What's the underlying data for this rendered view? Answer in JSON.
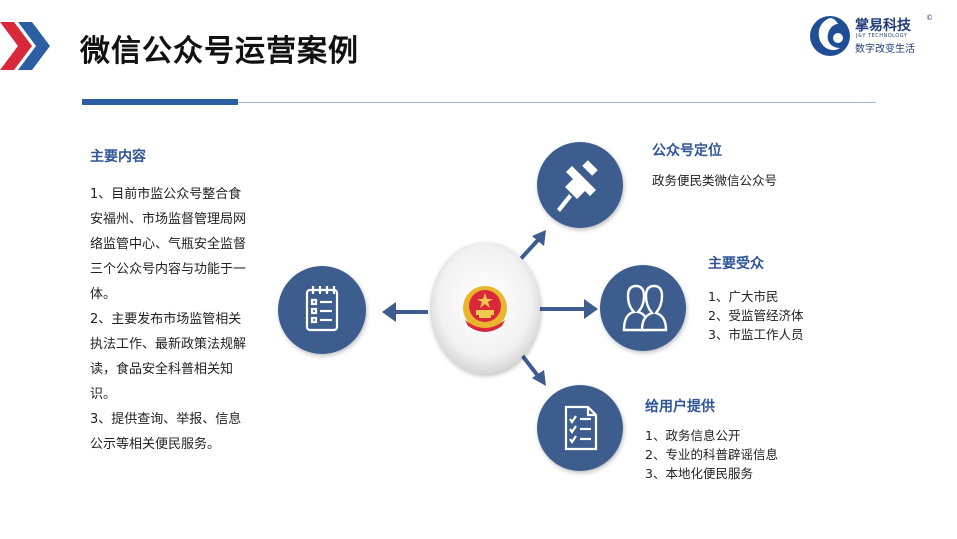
{
  "header": {
    "title": "微信公众号运营案例"
  },
  "logo": {
    "name": "掌易科技",
    "registered": "©",
    "english": "J&Y TECHNOLOGY",
    "slogan": "数字改变生活"
  },
  "colors": {
    "primary": "#2f5597",
    "circle": "#3d5d8f",
    "accent_red": "#d8283a",
    "rule": "#9db7d6"
  },
  "main_content": {
    "heading": "主要内容",
    "paragraphs": [
      "1、目前市监公众号整合食安福州、市场监督管理局网络监管中心、气瓶安全监督三个公众号内容与功能于一体。",
      "2、主要发布市场监管相关执法工作、最新政策法规解读，食品安全科普相关知识。",
      "3、提供查询、举报、信息公示等相关便民服务。"
    ]
  },
  "diagram": {
    "center_icon": "government-emblem-icon",
    "left_icon": "checklist-clipboard-icon",
    "sections": [
      {
        "title": "公众号定位",
        "icon": "pushpin-icon",
        "lines": [
          "政务便民类微信公众号"
        ]
      },
      {
        "title": "主要受众",
        "icon": "users-icon",
        "lines": [
          "1、广大市民",
          "2、受监管经济体",
          "3、市监工作人员"
        ]
      },
      {
        "title": "给用户提供",
        "icon": "checklist-document-icon",
        "lines": [
          "1、政务信息公开",
          "2、专业的科普辟谣信息",
          "3、本地化便民服务"
        ]
      }
    ]
  }
}
